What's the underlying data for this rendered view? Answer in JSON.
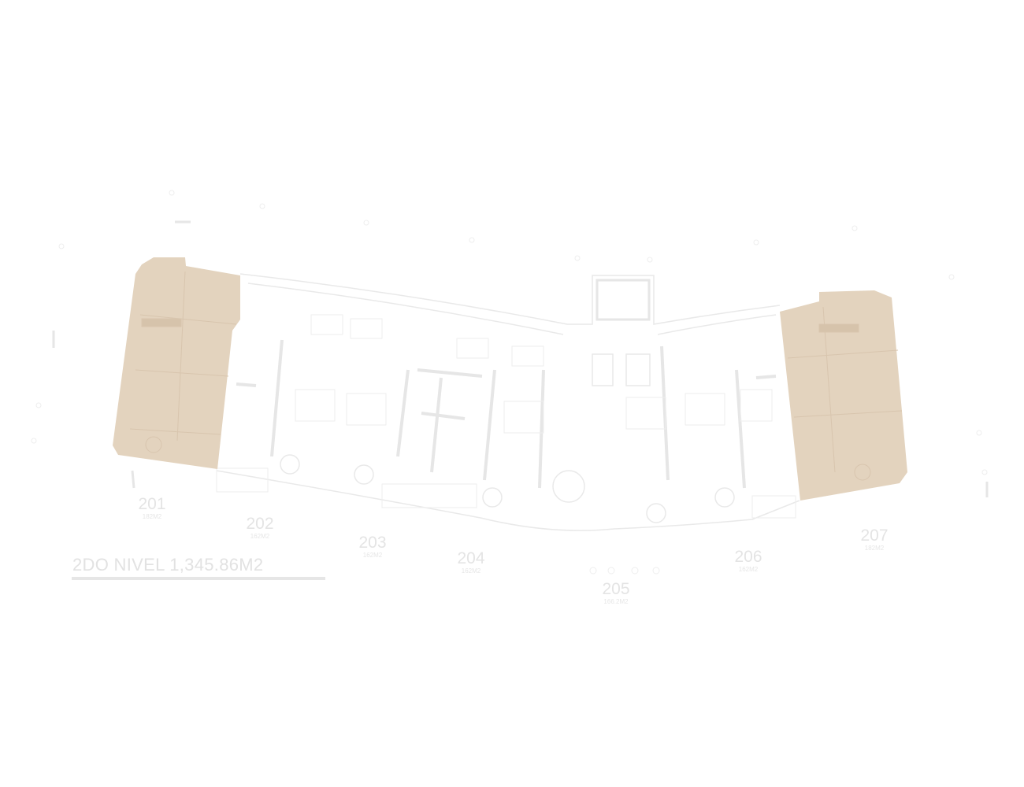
{
  "level": {
    "title": "2DO NIVEL 1,345.86M2"
  },
  "units": [
    {
      "number": "201",
      "area": "182M2",
      "highlighted": true
    },
    {
      "number": "202",
      "area": "162M2",
      "highlighted": false
    },
    {
      "number": "203",
      "area": "162M2",
      "highlighted": false
    },
    {
      "number": "204",
      "area": "162M2",
      "highlighted": false
    },
    {
      "number": "205",
      "area": "166.2M2",
      "highlighted": false
    },
    {
      "number": "206",
      "area": "162M2",
      "highlighted": false
    },
    {
      "number": "207",
      "area": "182M2",
      "highlighted": true
    }
  ],
  "colors": {
    "highlight": "#e3d3be",
    "line": "#ececec",
    "text": "#e4e4e4"
  }
}
